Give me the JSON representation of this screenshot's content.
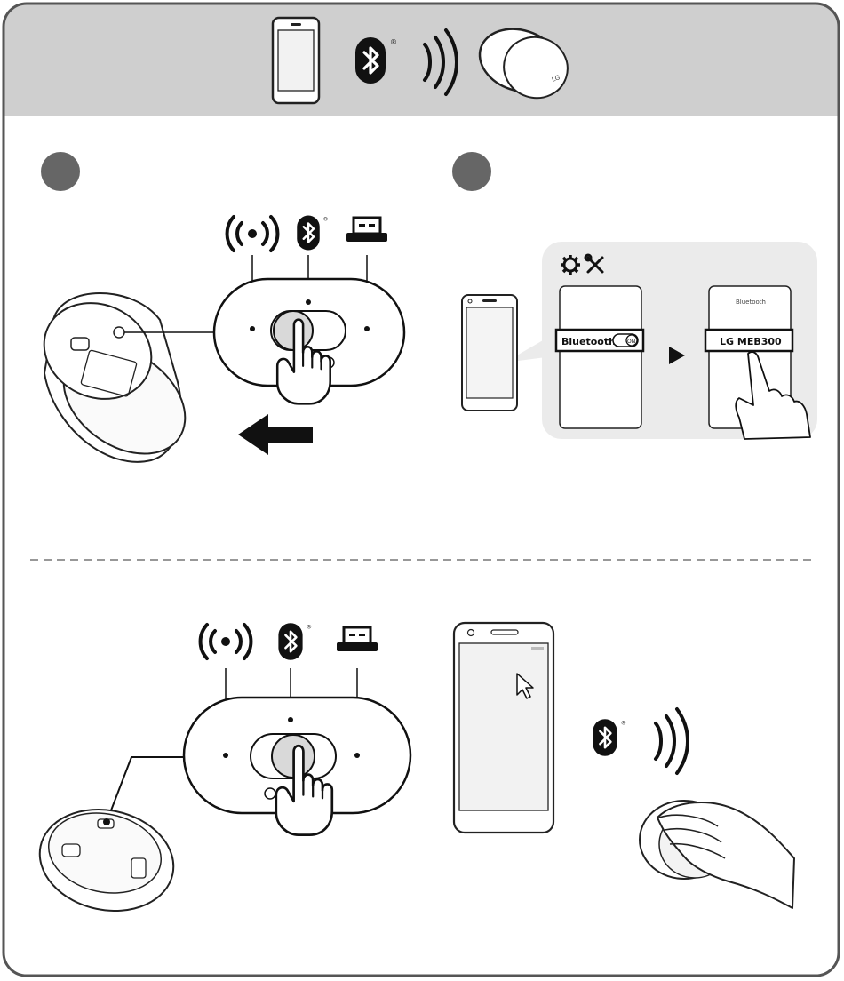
{
  "phone_screen_1": {
    "bluetooth_label": "Bluetooth",
    "toggle_state": "ON"
  },
  "phone_screen_2": {
    "header": "Bluetooth",
    "device_name": "LG MEB300"
  },
  "icons": {
    "header": [
      "smartphone-icon",
      "bluetooth-icon",
      "wireless-signal-icon",
      "mouse-icon"
    ],
    "step1_modes": [
      "rf-wireless-icon",
      "bluetooth-icon",
      "usb-dongle-icon"
    ],
    "settings": [
      "gear-icon",
      "tools-icon"
    ],
    "step2_modes": [
      "rf-wireless-icon",
      "bluetooth-icon",
      "usb-dongle-icon"
    ]
  },
  "colors": {
    "header_band": "#cfcfcf",
    "frame": "#555555",
    "step_circle": "#666666",
    "panel": "#ebebeb",
    "ink": "#111111"
  }
}
